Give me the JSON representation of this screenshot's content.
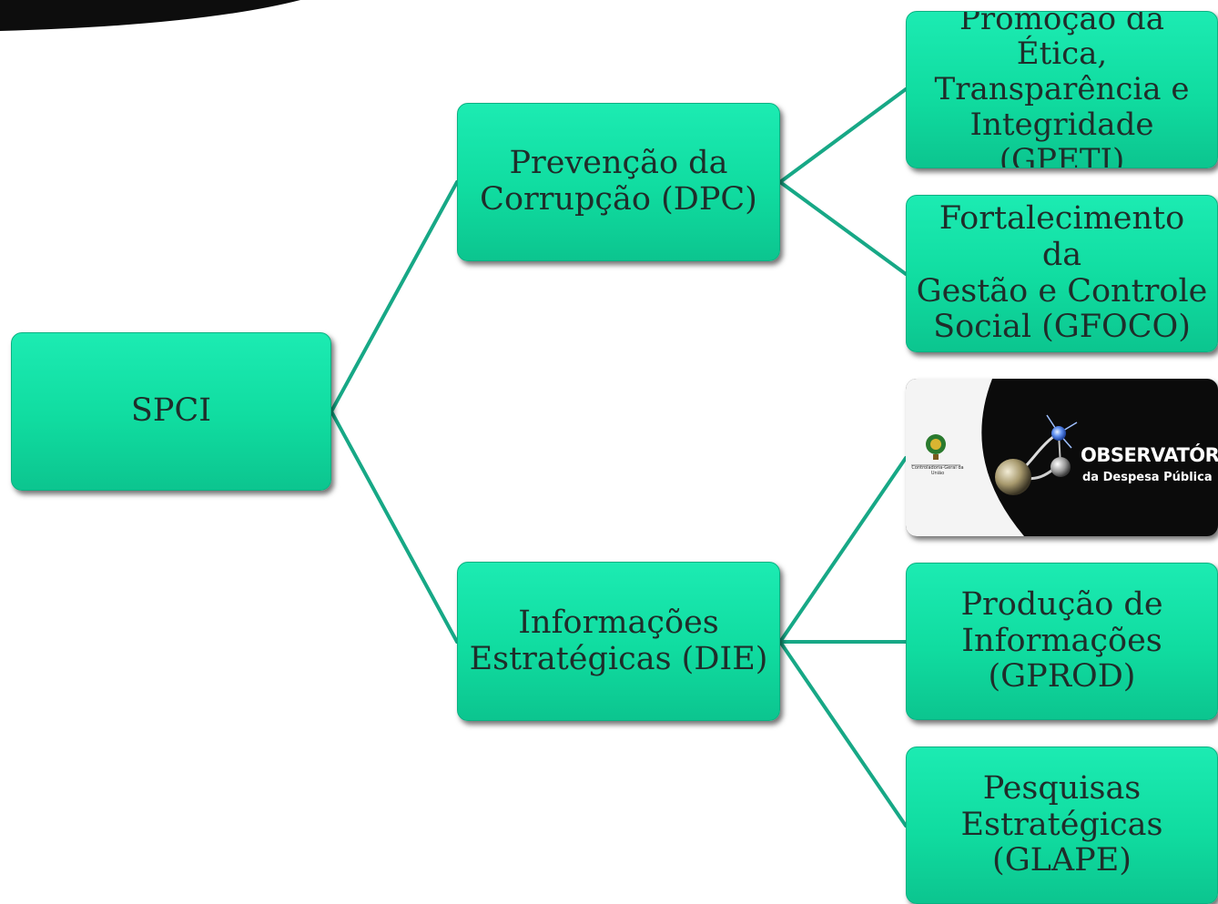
{
  "nodes": {
    "root": {
      "label": "SPCI"
    },
    "dpc": {
      "line1": "Prevenção da",
      "line2": "Corrupção (DPC)"
    },
    "die": {
      "line1": "Informações",
      "line2": "Estratégicas (DIE)"
    },
    "gpeti": {
      "line1": "Promoção da Ética,",
      "line2": "Transparência e",
      "line3": "Integridade (GPETI)"
    },
    "gfoco": {
      "line1": "Fortalecimento da",
      "line2": "Gestão e Controle",
      "line3": "Social (GFOCO)"
    },
    "gprod": {
      "line1": "Produção de",
      "line2": "Informações",
      "line3": "(GPROD)"
    },
    "glape": {
      "line1": "Pesquisas",
      "line2": "Estratégicas",
      "line3": "(GLAPE)"
    }
  },
  "logo": {
    "title": "OBSERVATÓRIO",
    "subtitle": "da Despesa Pública",
    "org_name": "Controladoria-Geral da União"
  },
  "colors": {
    "node_fill": "#10dca0",
    "connector": "#17a886",
    "text": "#1f2d2a"
  }
}
